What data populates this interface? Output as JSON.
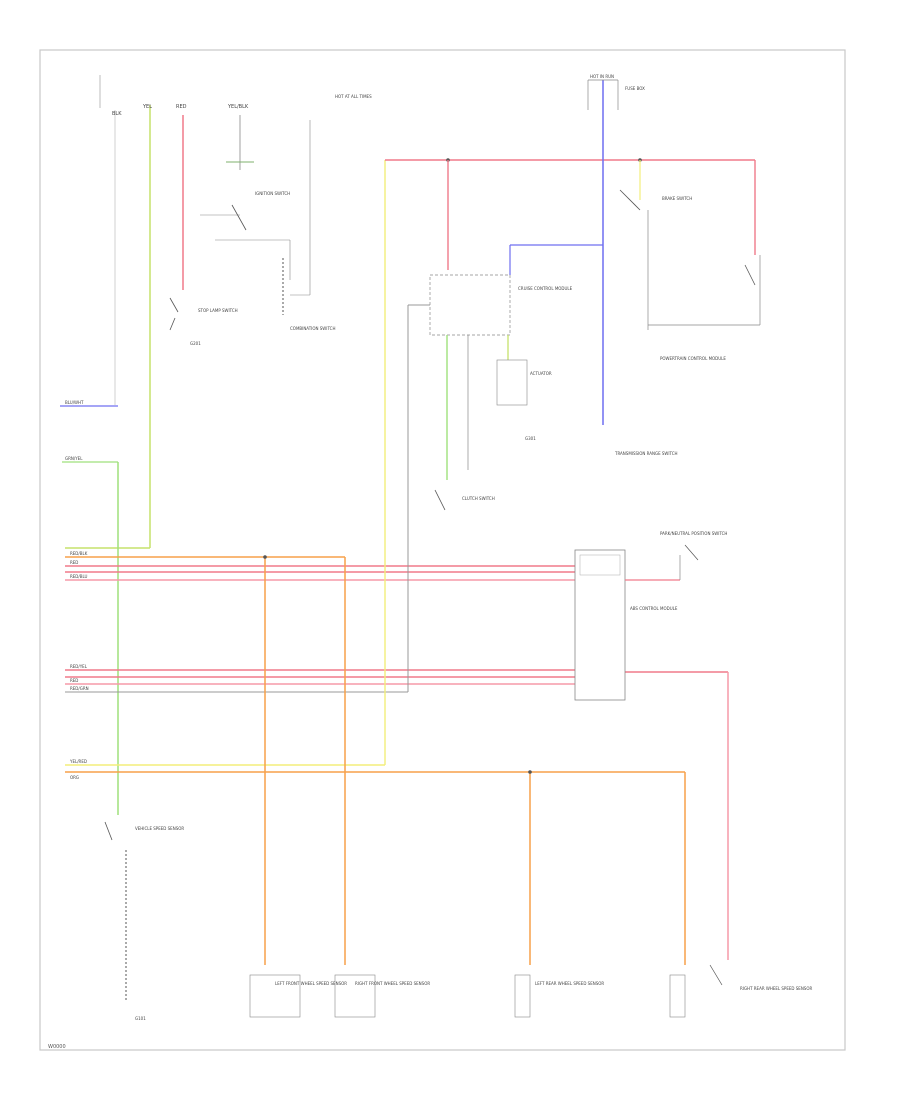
{
  "diagram": {
    "footer_code": "W0000",
    "colors": {
      "frame": "#c8c8c8",
      "black": "#444444",
      "red": "#f07a8a",
      "pink_trace": "#f59aa8",
      "orange": "#f7a14a",
      "yellow": "#f3ee7a",
      "yellow_green": "#c6e26b",
      "green": "#9fe07c",
      "blue": "#6f6ff0",
      "light_gray": "#bdbdbd"
    },
    "labels": {
      "top_left_1": "BLK",
      "top_left_2": "YEL",
      "top_left_3": "RED",
      "top_left_4": "YEL/BLK",
      "hot_at_all_times": "HOT AT ALL TIMES",
      "ign_switch": "IGNITION SWITCH",
      "combo_switch": "COMBINATION SWITCH",
      "stop_lamp": "STOP LAMP SWITCH",
      "ground_left": "G201",
      "cruise_module": "CRUISE CONTROL MODULE",
      "actuator": "ACTUATOR",
      "clutch_switch": "CLUTCH SWITCH",
      "brake_switch": "BRAKE SWITCH",
      "hot_in_run": "HOT IN RUN",
      "fuse_box": "FUSE BOX",
      "pcm_module": "POWERTRAIN CONTROL MODULE",
      "blue_left": "BLU/WHT",
      "green_left": "GRN/YEL",
      "red_row_1": "RED/BLK",
      "red_row_2": "RED",
      "red_row_3": "RED/BLU",
      "pink_row_1": "RED/YEL",
      "pink_row_2": "RED",
      "pink_row_3": "RED/GRN",
      "yellow_row": "YEL/RED",
      "orange_row": "ORG",
      "bottom_sensor_1": "LEFT FRONT WHEEL SPEED SENSOR",
      "bottom_sensor_2": "RIGHT FRONT WHEEL SPEED SENSOR",
      "bottom_sensor_3": "LEFT REAR WHEEL SPEED SENSOR",
      "bottom_sensor_4": "RIGHT REAR WHEEL SPEED SENSOR",
      "bottom_left_ground": "G101",
      "bottom_left_module": "VEHICLE SPEED SENSOR",
      "right_module": "ABS CONTROL MODULE",
      "right_top_switch": "PARK/NEUTRAL POSITION SWITCH",
      "mid_right_note": "TRANSMISSION RANGE SWITCH",
      "center_ground": "G301"
    }
  }
}
